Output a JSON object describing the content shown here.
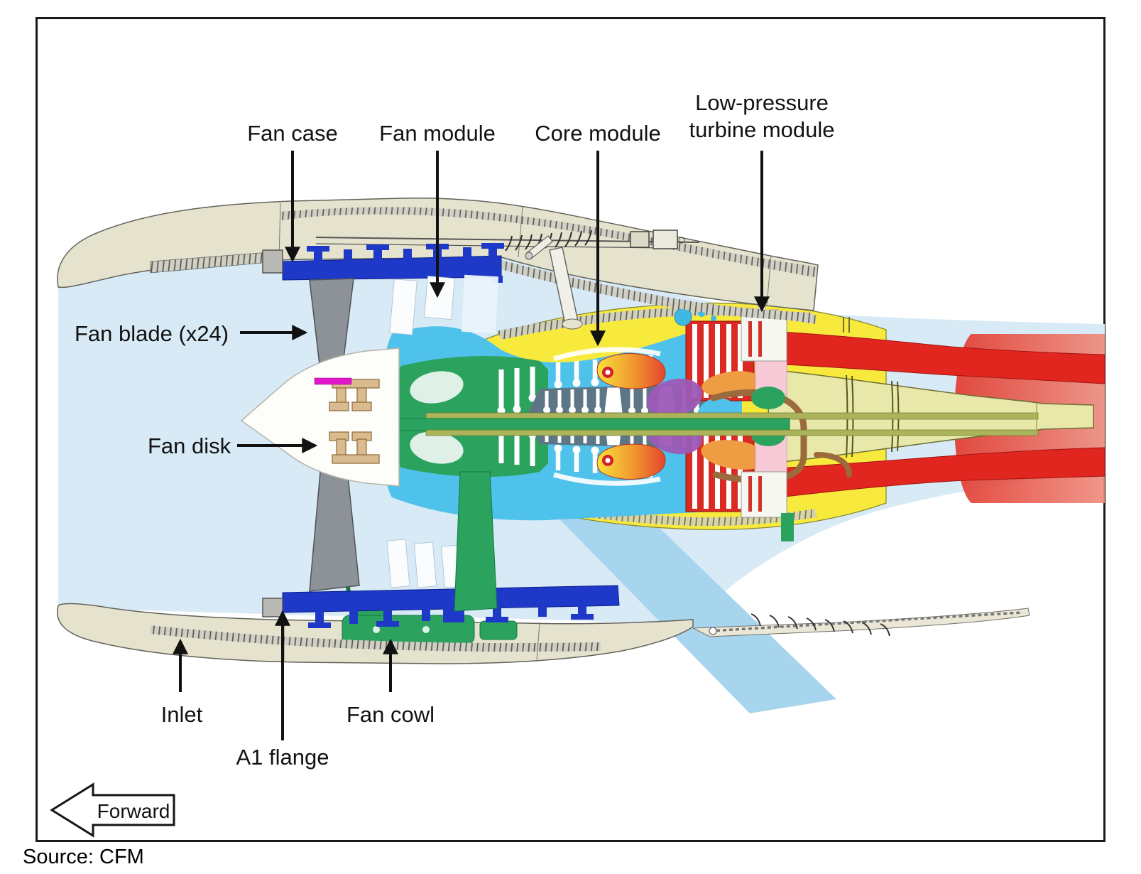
{
  "annotations": {
    "fan_case": {
      "label": "Fan case"
    },
    "fan_module": {
      "label": "Fan module"
    },
    "core_module": {
      "label": "Core module"
    },
    "lpt_module": {
      "label": "Low-pressure turbine module"
    },
    "fan_blade": {
      "label": "Fan blade (x24)"
    },
    "fan_disk": {
      "label": "Fan disk"
    },
    "inlet": {
      "label": "Inlet"
    },
    "a1_flange": {
      "label": "A1 flange"
    },
    "fan_cowl": {
      "label": "Fan cowl"
    }
  },
  "direction_indicator": {
    "label": "Forward"
  },
  "caption": {
    "text": "Source: CFM"
  },
  "colors": {
    "bypass_flow_blue": "#d7eaf6",
    "bifurcation_flow_blue": "#a7d5ee",
    "nacelle_beige": "#e5e2cd",
    "fan_case_blue": "#1e38c8",
    "fan_blade_gray": "#8d9298",
    "fan_disk_tan": "#dabb8f",
    "blade_seal_magenta": "#e215c9",
    "core_cowl_yellow": "#f7ea3d",
    "booster_cyan": "#4ec2ea",
    "frame_green": "#2ba35f",
    "shaft_olive": "#abb35b",
    "compressor_slate": "#5d7685",
    "turbine_red": "#e1261f",
    "exhaust_cone_khaki": "#e8e8aa",
    "accessory_purple": "#9d5ab8",
    "duct_orange": "#ee9d42",
    "bearing_pink": "#f8cad7",
    "pipe_brown": "#9b6b3d"
  }
}
